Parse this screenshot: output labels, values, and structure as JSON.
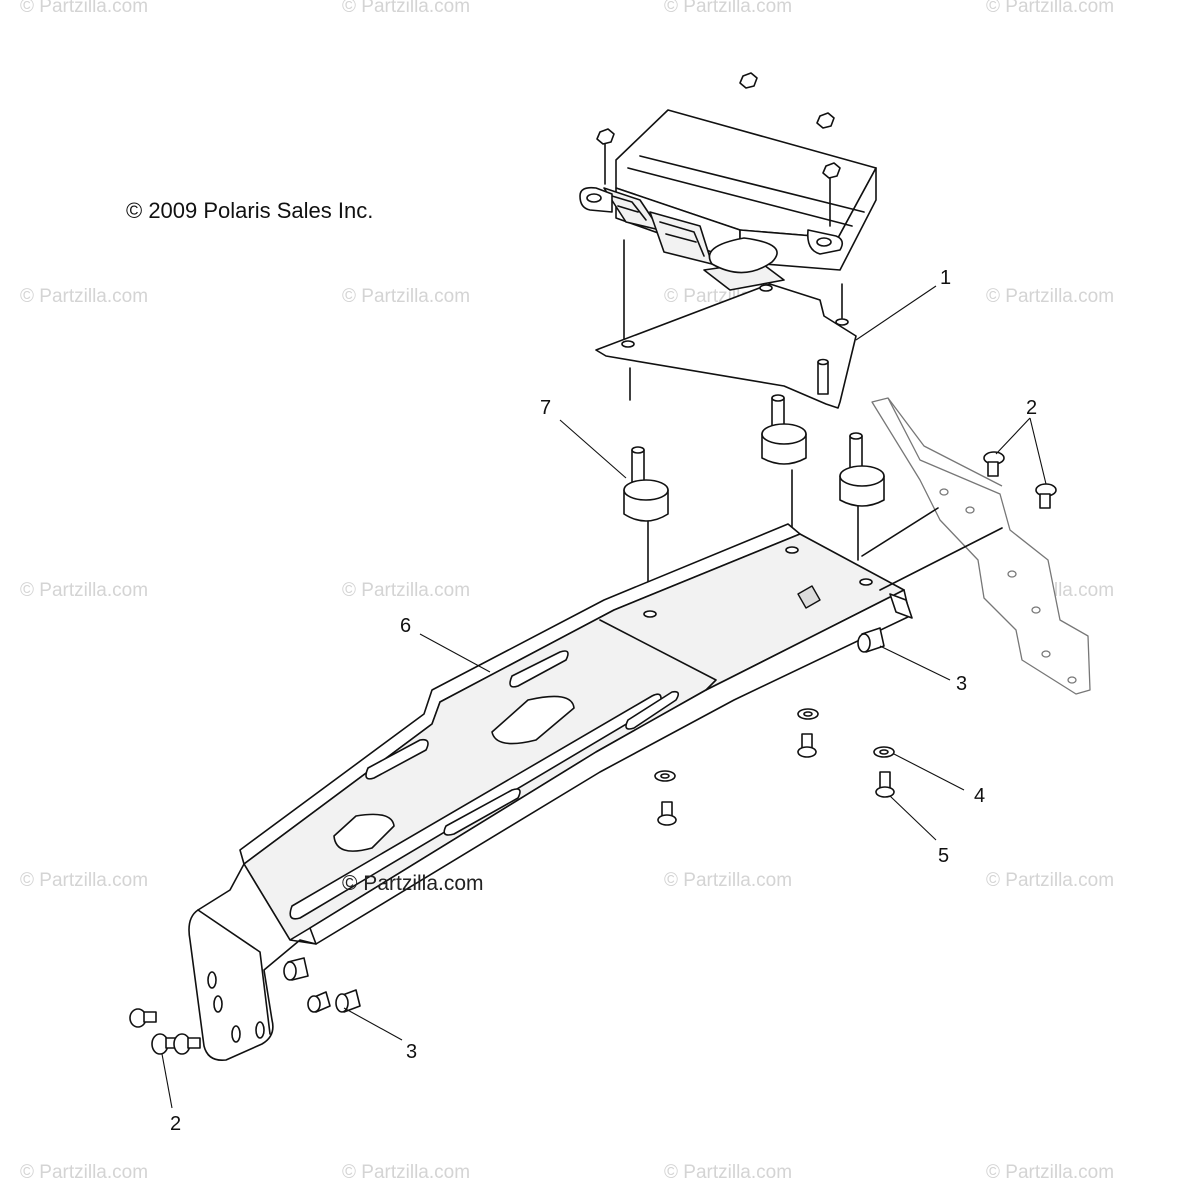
{
  "copyright": "© 2009 Polaris Sales Inc.",
  "watermark_text": "© Partzilla.com",
  "inline_watermark": "© Partzilla.com",
  "callouts": [
    {
      "id": "c1",
      "label": "1"
    },
    {
      "id": "c2a",
      "label": "2"
    },
    {
      "id": "c2b",
      "label": "2"
    },
    {
      "id": "c3a",
      "label": "3"
    },
    {
      "id": "c3b",
      "label": "3"
    },
    {
      "id": "c4",
      "label": "4"
    },
    {
      "id": "c5",
      "label": "5"
    },
    {
      "id": "c6",
      "label": "6"
    },
    {
      "id": "c7",
      "label": "7"
    }
  ],
  "colors": {
    "line": "#111111",
    "watermark": "#d4d4d4",
    "background": "#ffffff"
  }
}
